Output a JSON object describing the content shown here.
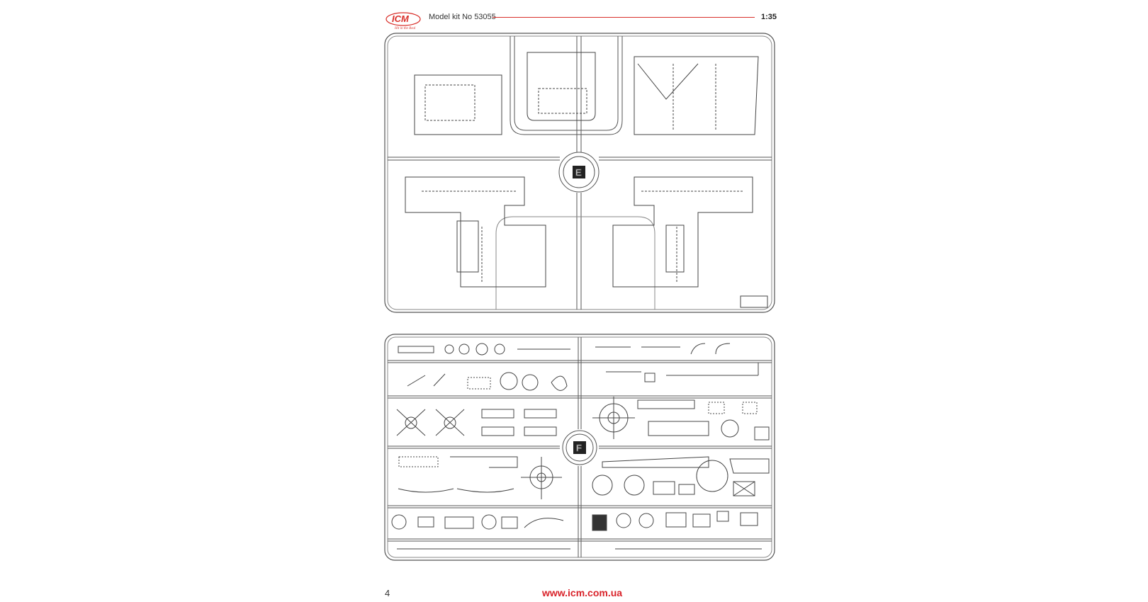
{
  "header": {
    "brand": "ICM",
    "brand_tagline": "Hit in the Real",
    "kit_label": "Model kit No 53055",
    "scale": "1:35",
    "accent_color": "#d9302b"
  },
  "sprues": [
    {
      "letter": "E"
    },
    {
      "letter": "F"
    }
  ],
  "footer": {
    "page_number": "4",
    "url": "www.icm.com.ua"
  }
}
